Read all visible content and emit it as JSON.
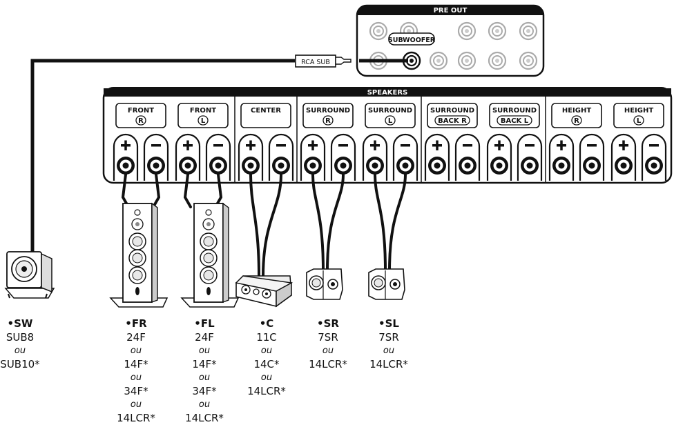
{
  "pre_out": {
    "title": "PRE OUT",
    "subwoofer_label": "SUBWOOFER",
    "rca_sub_label": "RCA SUB"
  },
  "speakers_panel": {
    "title": "SPEAKERS",
    "channels": [
      {
        "name": "FRONT",
        "side": "R"
      },
      {
        "name": "FRONT",
        "side": "L"
      },
      {
        "name": "CENTER",
        "side": ""
      },
      {
        "name": "SURROUND",
        "side": "R"
      },
      {
        "name": "SURROUND",
        "side": "L"
      },
      {
        "name": "SURROUND",
        "side": "BACK R"
      },
      {
        "name": "SURROUND",
        "side": "BACK L"
      },
      {
        "name": "HEIGHT",
        "side": "R"
      },
      {
        "name": "HEIGHT",
        "side": "L"
      }
    ]
  },
  "speakers": [
    {
      "code": "•SW",
      "lines": [
        "SUB8",
        "ou",
        "SUB10*"
      ]
    },
    {
      "code": "•FR",
      "lines": [
        "24F",
        "ou",
        "14F*",
        "ou",
        "34F*",
        "ou",
        "14LCR*"
      ]
    },
    {
      "code": "•FL",
      "lines": [
        "24F",
        "ou",
        "14F*",
        "ou",
        "34F*",
        "ou",
        "14LCR*"
      ]
    },
    {
      "code": "•C",
      "lines": [
        "11C",
        "ou",
        "14C*",
        "ou",
        "14LCR*"
      ]
    },
    {
      "code": "•SR",
      "lines": [
        "7SR",
        "ou",
        "14LCR*"
      ]
    },
    {
      "code": "•SL",
      "lines": [
        "7SR",
        "ou",
        "14LCR*"
      ]
    }
  ]
}
